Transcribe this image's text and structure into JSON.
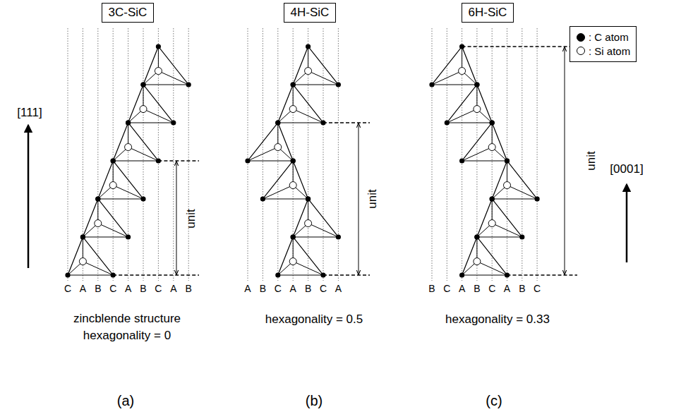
{
  "diagram": {
    "nodes": [
      {
        "text": [
          "3C-SiC"
        ]
      },
      {
        "text": [
          "4H-SiC"
        ]
      },
      {
        "text": [
          "6H-SiC"
        ]
      }
    ],
    "labels": [
      "[111]",
      "C",
      "A",
      "B",
      "C",
      "A",
      "B",
      "C",
      "A",
      "B",
      "unit",
      "zincblende structure",
      "hexagonality = 0",
      "(a)",
      "A",
      "B",
      "C",
      "A",
      "B",
      "C",
      "A",
      "unit",
      "hexagonality = 0.5",
      "(b)",
      "B",
      "C",
      "A",
      "B",
      "C",
      "A",
      "B",
      "C",
      "unit",
      "[0001]",
      "hexagonality = 0.33",
      "(c)"
    ],
    "legend": [
      {
        "text": ": C atom"
      },
      {
        "text": ": Si atom"
      }
    ]
  }
}
